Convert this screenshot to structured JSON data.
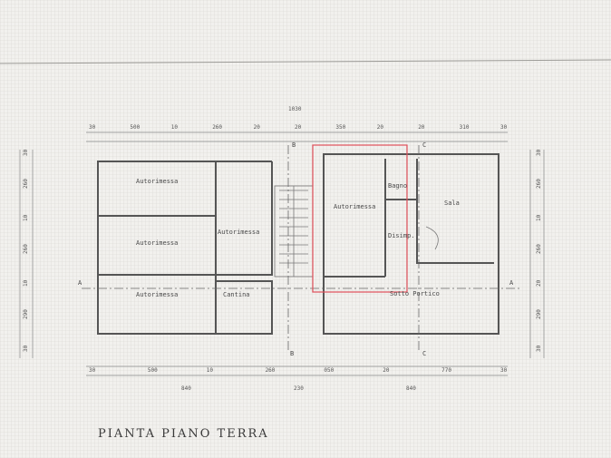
{
  "title": "PIANTA PIANO TERRA",
  "rooms": {
    "autorimessa_1": "Autorimessa",
    "autorimessa_2": "Autorimessa",
    "autorimessa_3": "Autorimessa",
    "autorimessa_4": "Autorimessa",
    "autorimessa_5": "Autorimessa",
    "cantina": "Cantina",
    "bagno": "Bagno",
    "disimpegno": "Disimp.",
    "sala": "Sala",
    "sotto_portico": "Sotto Portico"
  },
  "section_marks": {
    "a_left": "A",
    "a_right": "A",
    "b_top": "B",
    "b_bottom": "B",
    "c_top": "C",
    "c_bottom": "C"
  },
  "dimensions": {
    "top_total": "1030",
    "top": [
      "30",
      "500",
      "10",
      "260",
      "20",
      "20",
      "350",
      "20",
      "20",
      "310",
      "30"
    ],
    "bottom": [
      "30",
      "500",
      "10",
      "260",
      "050",
      "20",
      "770",
      "30"
    ],
    "bottom_sub": [
      "840",
      "230",
      "840"
    ],
    "left": [
      "30",
      "260",
      "10",
      "260",
      "10",
      "290",
      "30"
    ],
    "right": [
      "30",
      "260",
      "10",
      "260",
      "20",
      "290",
      "30"
    ]
  },
  "highlight_color": "#e0505a"
}
